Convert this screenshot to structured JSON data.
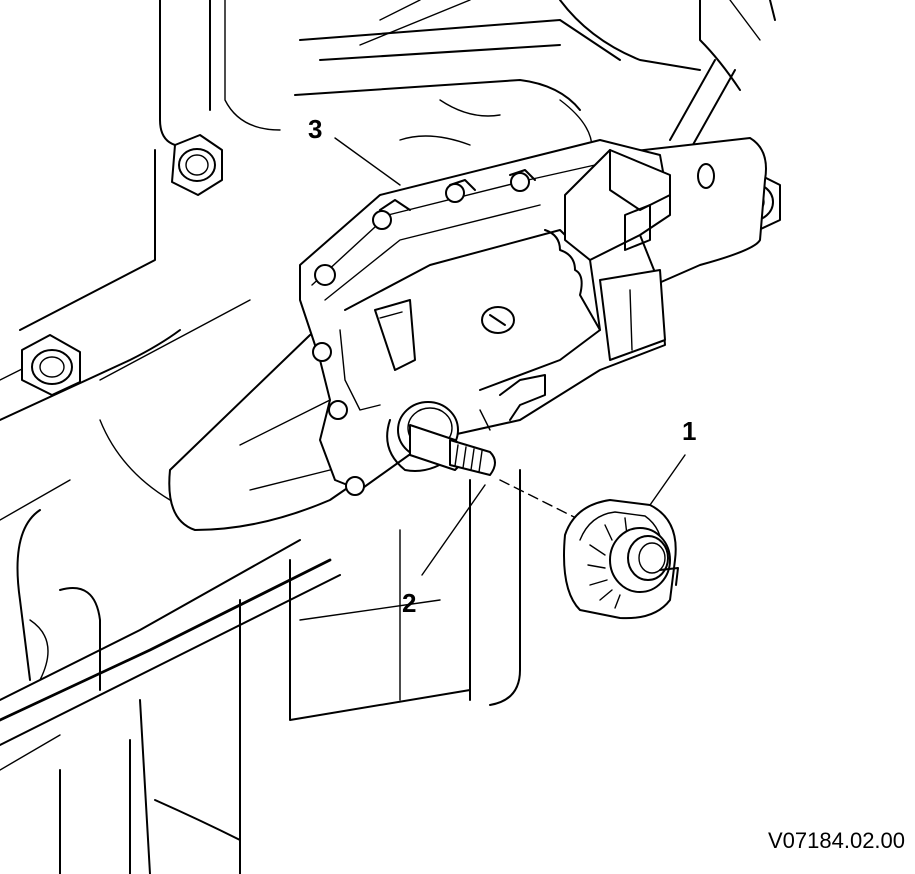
{
  "callouts": [
    {
      "number": "1"
    },
    {
      "number": "2"
    },
    {
      "number": "3"
    }
  ],
  "reference_code": "V07184.02.00",
  "icons": [
    "bolt-icon",
    "motor-housing-icon",
    "shaft-icon",
    "grommet-icon"
  ]
}
